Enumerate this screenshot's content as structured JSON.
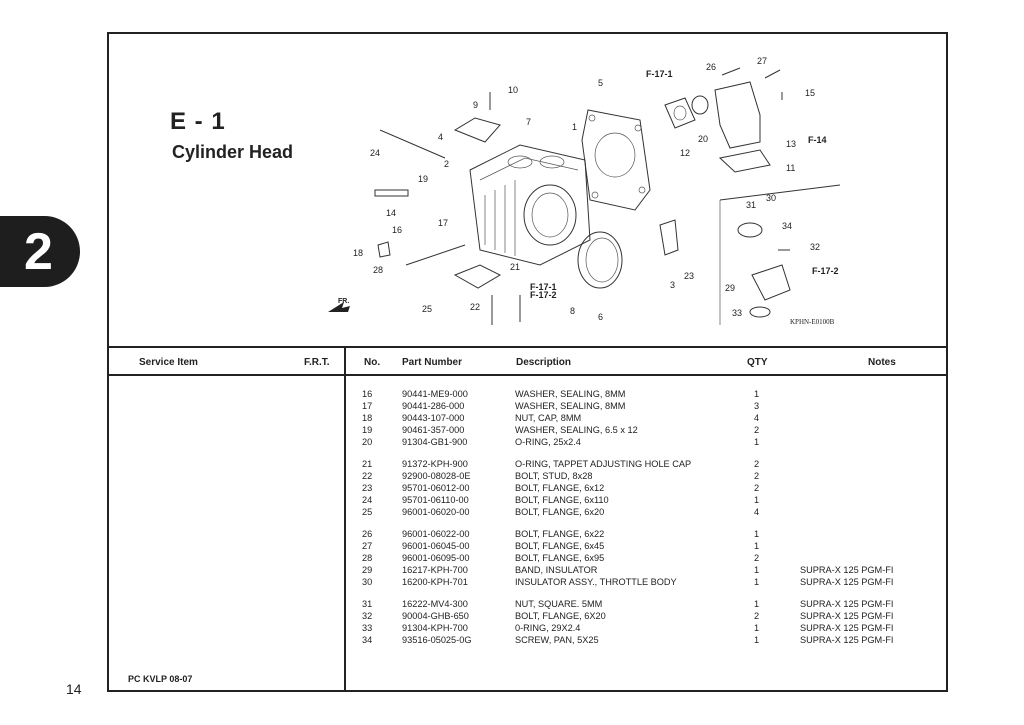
{
  "chapter_tab": "2",
  "section": {
    "code": "E - 1",
    "title": "Cylinder Head"
  },
  "headers": {
    "service_item": "Service Item",
    "frt": "F.R.T.",
    "no": "No.",
    "part_number": "Part Number",
    "description": "Description",
    "qty": "QTY",
    "notes": "Notes"
  },
  "diagram": {
    "callouts": [
      "1",
      "2",
      "3",
      "4",
      "5",
      "6",
      "7",
      "8",
      "9",
      "10",
      "11",
      "12",
      "13",
      "14",
      "15",
      "16",
      "17",
      "18",
      "19",
      "20",
      "21",
      "22",
      "23",
      "24",
      "25",
      "26",
      "27",
      "28",
      "29",
      "30",
      "31",
      "32",
      "33",
      "34"
    ],
    "refs": [
      "F-17-1",
      "F-17-2",
      "F-14"
    ],
    "code": "KPHN-E0100B",
    "fr_mark": "FR."
  },
  "parts": [
    {
      "no": "16",
      "pn": "90441-ME9-000",
      "desc": "WASHER, SEALING, 8MM",
      "qty": "1",
      "notes": ""
    },
    {
      "no": "17",
      "pn": "90441-286-000",
      "desc": "WASHER, SEALING, 8MM",
      "qty": "3",
      "notes": ""
    },
    {
      "no": "18",
      "pn": "90443-107-000",
      "desc": "NUT, CAP, 8MM",
      "qty": "4",
      "notes": ""
    },
    {
      "no": "19",
      "pn": "90461-357-000",
      "desc": "WASHER, SEALING, 6.5 x 12",
      "qty": "2",
      "notes": ""
    },
    {
      "no": "20",
      "pn": "91304-GB1-900",
      "desc": "O-RING, 25x2.4",
      "qty": "1",
      "notes": ""
    },
    {
      "no": "21",
      "pn": "91372-KPH-900",
      "desc": "O-RING, TAPPET ADJUSTING HOLE CAP",
      "qty": "2",
      "notes": ""
    },
    {
      "no": "22",
      "pn": "92900-08028-0E",
      "desc": "BOLT, STUD, 8x28",
      "qty": "2",
      "notes": ""
    },
    {
      "no": "23",
      "pn": "95701-06012-00",
      "desc": "BOLT, FLANGE, 6x12",
      "qty": "2",
      "notes": ""
    },
    {
      "no": "24",
      "pn": "95701-06110-00",
      "desc": "BOLT, FLANGE, 6x110",
      "qty": "1",
      "notes": ""
    },
    {
      "no": "25",
      "pn": "96001-06020-00",
      "desc": "BOLT, FLANGE, 6x20",
      "qty": "4",
      "notes": ""
    },
    {
      "no": "26",
      "pn": "96001-06022-00",
      "desc": "BOLT, FLANGE, 6x22",
      "qty": "1",
      "notes": ""
    },
    {
      "no": "27",
      "pn": "96001-06045-00",
      "desc": "BOLT, FLANGE, 6x45",
      "qty": "1",
      "notes": ""
    },
    {
      "no": "28",
      "pn": "96001-06095-00",
      "desc": "BOLT, FLANGE, 6x95",
      "qty": "2",
      "notes": ""
    },
    {
      "no": "29",
      "pn": "16217-KPH-700",
      "desc": "BAND, INSULATOR",
      "qty": "1",
      "notes": "SUPRA-X 125 PGM-FI"
    },
    {
      "no": "30",
      "pn": "16200-KPH-701",
      "desc": "INSULATOR ASSY., THROTTLE BODY",
      "qty": "1",
      "notes": "SUPRA-X 125 PGM-FI"
    },
    {
      "no": "31",
      "pn": "16222-MV4-300",
      "desc": "NUT, SQUARE. 5MM",
      "qty": "1",
      "notes": "SUPRA-X 125 PGM-FI"
    },
    {
      "no": "32",
      "pn": "90004-GHB-650",
      "desc": "BOLT, FLANGE, 6X20",
      "qty": "2",
      "notes": "SUPRA-X 125 PGM-FI"
    },
    {
      "no": "33",
      "pn": "91304-KPH-700",
      "desc": "0-RING, 29X2.4",
      "qty": "1",
      "notes": "SUPRA-X 125 PGM-FI"
    },
    {
      "no": "34",
      "pn": "93516-05025-0G",
      "desc": "SCREW, PAN, 5X25",
      "qty": "1",
      "notes": "SUPRA-X 125 PGM-FI"
    }
  ],
  "footer_code": "PC KVLP 08-07",
  "page_number": "14"
}
